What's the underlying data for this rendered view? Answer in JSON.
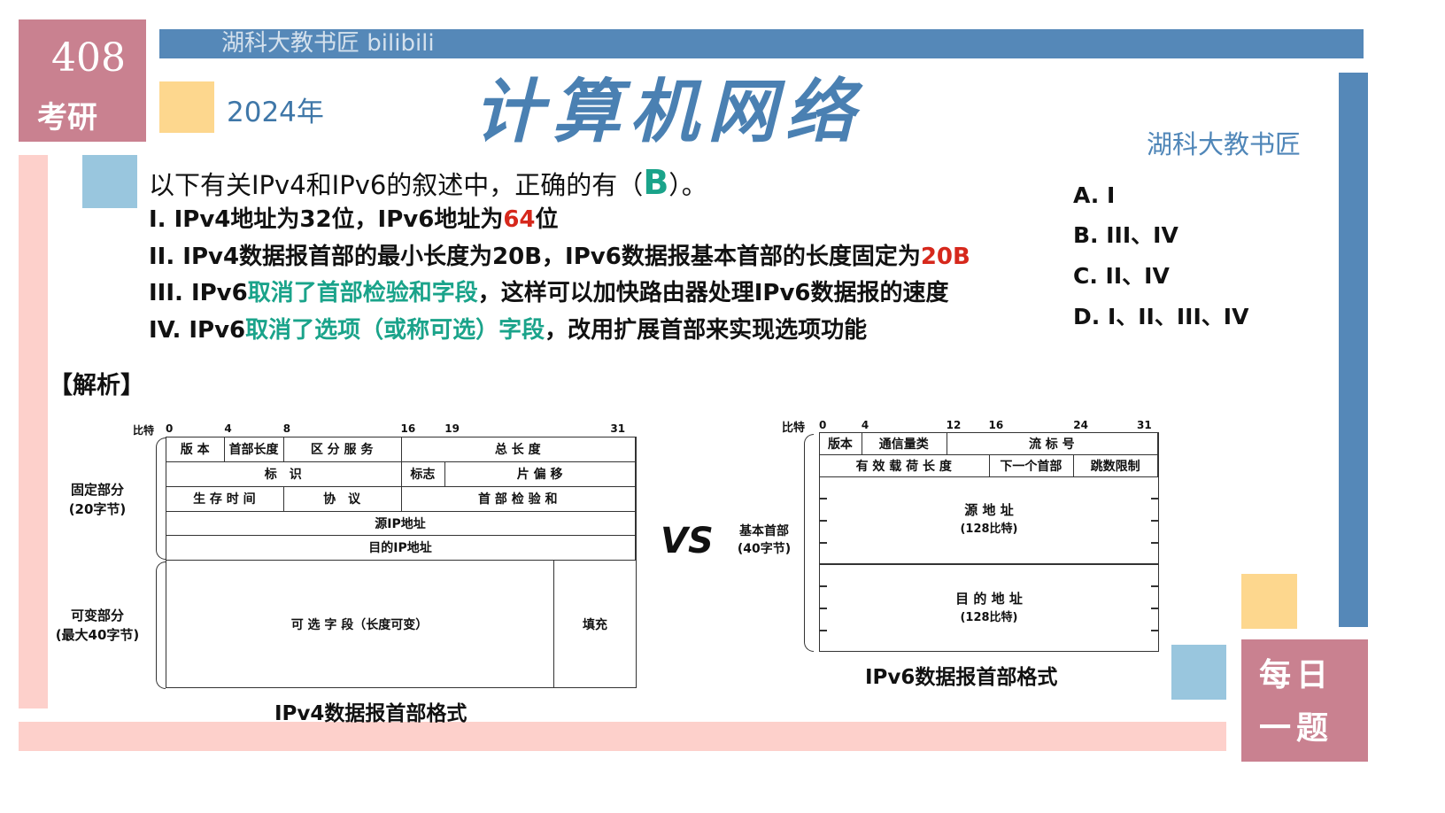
{
  "header": {
    "badge_top": "408",
    "badge_bottom": "考研",
    "year": "2024年",
    "title": "计算机网络",
    "author": "湖科大教书匠",
    "watermark": "湖科大教书匠 bilibili",
    "corner_top": "每日",
    "corner_bottom": "一题"
  },
  "colors": {
    "pink": "#c98190",
    "blue": "#5588b8",
    "yellow": "#fdd78e",
    "lightblue": "#99c6de",
    "lightpink": "#fdd0cb",
    "red": "#d6281c",
    "teal": "#1aa38a"
  },
  "question": {
    "stem_before": "以下有关IPv4和IPv6的叙述中，正确的有（",
    "answer": "B",
    "stem_after": "）。",
    "statements": [
      [
        {
          "text": "I. IPv4地址为32位，IPv6地址为",
          "c": ""
        },
        {
          "text": "64",
          "c": "red"
        },
        {
          "text": "位",
          "c": ""
        }
      ],
      [
        {
          "text": "II. IPv4数据报首部的最小长度为20B，IPv6数据报基本首部的长度固定为",
          "c": ""
        },
        {
          "text": "20B",
          "c": "red"
        }
      ],
      [
        {
          "text": "III. IPv6",
          "c": ""
        },
        {
          "text": "取消了首部检验和字段",
          "c": "teal"
        },
        {
          "text": "，这样可以加快路由器处理IPv6数据报的速度",
          "c": ""
        }
      ],
      [
        {
          "text": "IV. IPv6",
          "c": ""
        },
        {
          "text": "取消了选项（或称可选）字段",
          "c": "teal"
        },
        {
          "text": "，改用扩展首部来实现选项功能",
          "c": ""
        }
      ]
    ],
    "options": [
      "A. I",
      "B. III、IV",
      "C. II、IV",
      "D. I、II、III、IV"
    ]
  },
  "analysis_label": "【解析】",
  "ipv4": {
    "bits_label": "比特",
    "bits": [
      "0",
      "4",
      "8",
      "16",
      "19",
      "31"
    ],
    "cells": [
      "版 本",
      "首部长度",
      "区 分 服 务",
      "总 长 度",
      "标　识",
      "标志",
      "片 偏 移",
      "生 存 时 间",
      "协　议",
      "首 部 检 验 和",
      "源IP地址",
      "目的IP地址",
      "可 选 字 段（长度可变）",
      "填充"
    ],
    "fixed_label": "固定部分",
    "fixed_size": "(20字节)",
    "var_label": "可变部分",
    "var_size": "(最大40字节)",
    "caption": "IPv4数据报首部格式"
  },
  "vs": "VS",
  "ipv6": {
    "bits_label": "比特",
    "bits": [
      "0",
      "4",
      "12",
      "16",
      "24",
      "31"
    ],
    "cells": [
      "版本",
      "通信量类",
      "流 标 号",
      "有 效 载 荷 长 度",
      "下一个首部",
      "跳数限制"
    ],
    "src": "源 地 址",
    "src_size": "(128比特)",
    "dst": "目 的 地 址",
    "dst_size": "(128比特)",
    "base_label": "基本首部",
    "base_size": "(40字节)",
    "caption": "IPv6数据报首部格式"
  }
}
